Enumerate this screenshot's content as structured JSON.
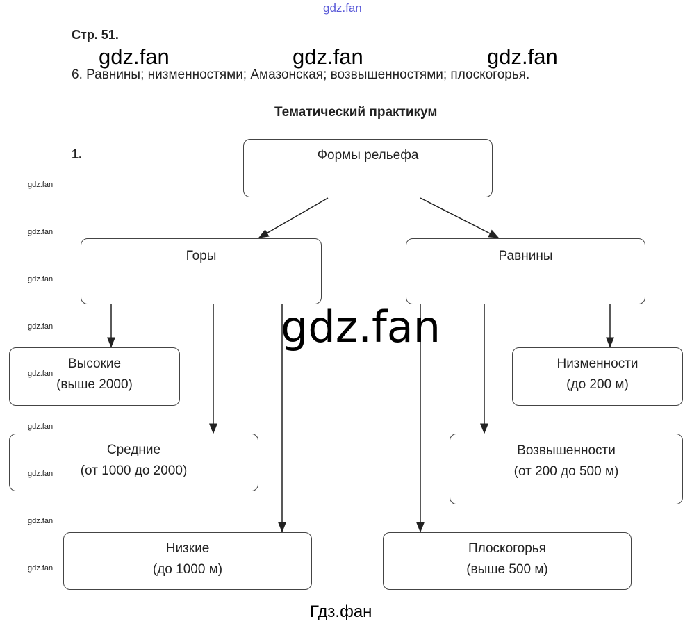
{
  "watermarks": {
    "top": "gdz.fan",
    "big": "gdz.fan",
    "center": "gdz.fan",
    "small": "gdz.fan",
    "bottom": "Гдз.фан"
  },
  "header": {
    "page_ref": "Стр. 51.",
    "answer6": "6. Равнины; низменностями; Амазонская; возвышенностями; плоскогорья."
  },
  "section_title": "Тематический практикум",
  "task_number": "1.",
  "diagram": {
    "root": "Формы рельефа",
    "mountains": {
      "label": "Горы",
      "children": [
        {
          "name": "Высокие",
          "detail": "(выше 2000)"
        },
        {
          "name": "Средние",
          "detail": "(от 1000 до 2000)"
        },
        {
          "name": "Низкие",
          "detail": "(до 1000 м)"
        }
      ]
    },
    "plains": {
      "label": "Равнины",
      "children": [
        {
          "name": "Низменности",
          "detail": "(до 200 м)"
        },
        {
          "name": "Возвышенности",
          "detail": "(от 200 до 500 м)"
        },
        {
          "name": "Плоскогорья",
          "detail": "(выше 500 м)"
        }
      ]
    }
  }
}
